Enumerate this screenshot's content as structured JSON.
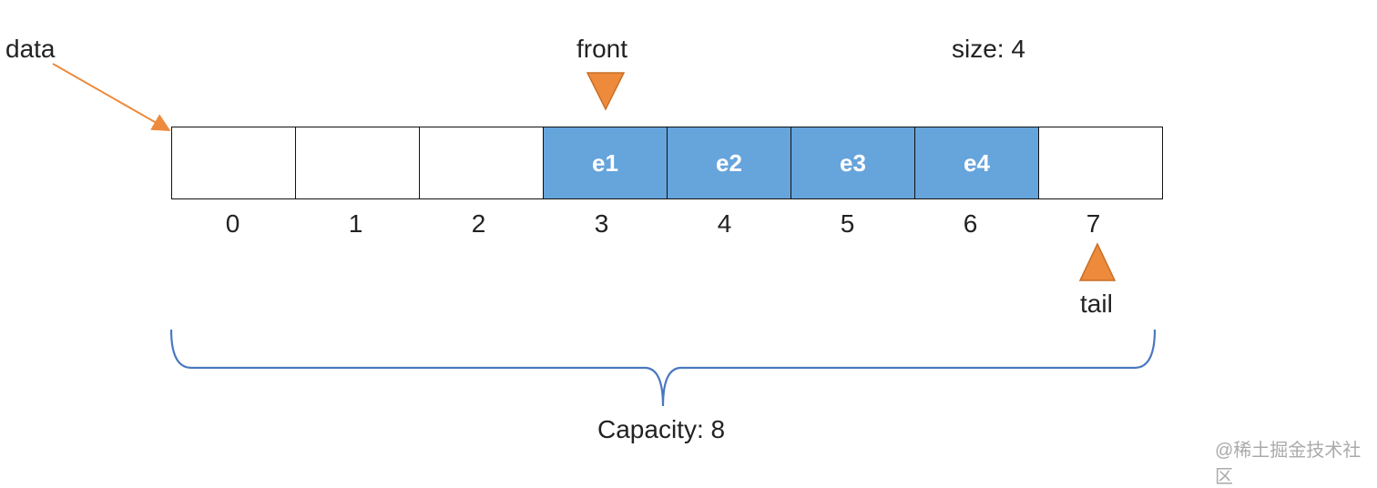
{
  "labels": {
    "data": "data",
    "front": "front",
    "size": "size: 4",
    "tail": "tail",
    "capacity": "Capacity: 8"
  },
  "cells": [
    {
      "label": "",
      "filled": false
    },
    {
      "label": "",
      "filled": false
    },
    {
      "label": "",
      "filled": false
    },
    {
      "label": "e1",
      "filled": true
    },
    {
      "label": "e2",
      "filled": true
    },
    {
      "label": "e3",
      "filled": true
    },
    {
      "label": "e4",
      "filled": true
    },
    {
      "label": "",
      "filled": false
    }
  ],
  "indexes": [
    "0",
    "1",
    "2",
    "3",
    "4",
    "5",
    "6",
    "7"
  ],
  "watermark": "@稀土掘金技术社区",
  "colors": {
    "filled_cell": "#66a4dc",
    "pointer": "#ed8a3c",
    "brace": "#4a78c0"
  }
}
